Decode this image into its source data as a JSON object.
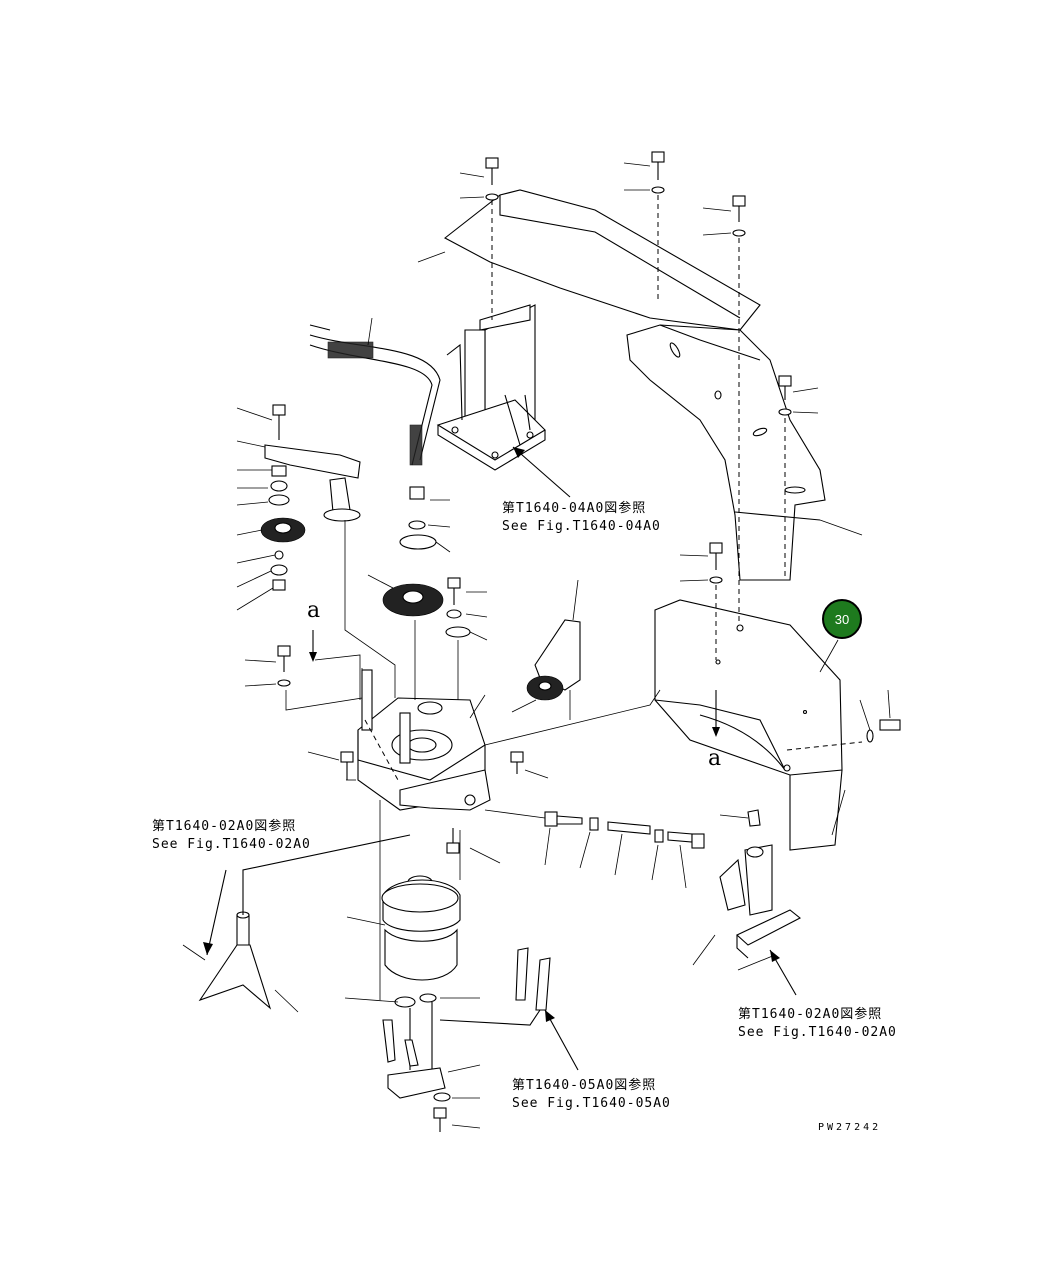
{
  "references": [
    {
      "jp": "第T1640-04A0図参照",
      "en": "See Fig.T1640-04A0"
    },
    {
      "jp": "第T1640-02A0図参照",
      "en": "See Fig.T1640-02A0"
    },
    {
      "jp": "第T1640-02A0図参照",
      "en": "See Fig.T1640-02A0"
    },
    {
      "jp": "第T1640-05A0図参照",
      "en": "See Fig.T1640-05A0"
    }
  ],
  "section_marker": "a",
  "callout": {
    "number": "30",
    "color": "#1e7a1e"
  },
  "drawing_code": "PW27242"
}
